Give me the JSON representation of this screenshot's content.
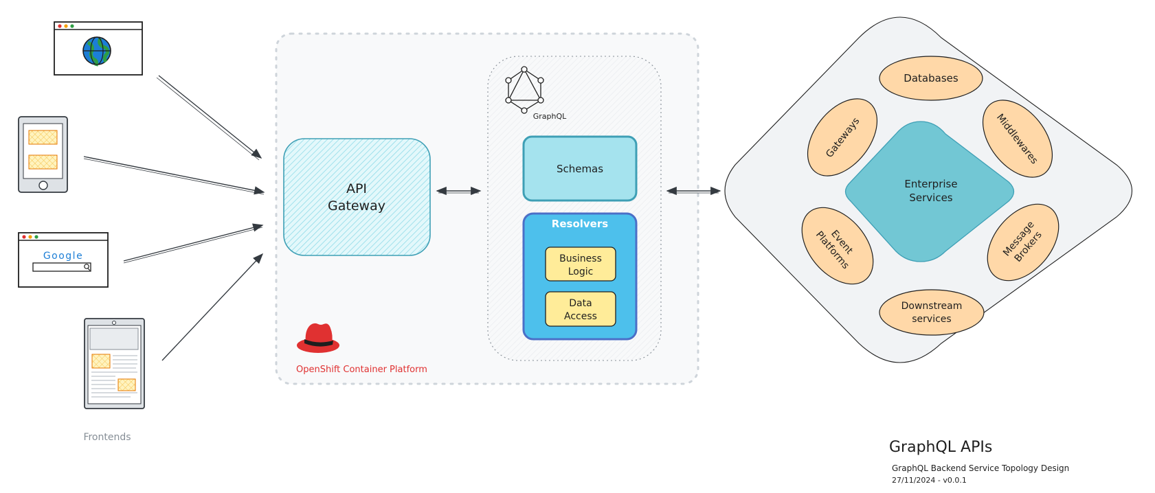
{
  "frontends_label": "Frontends",
  "platform": {
    "label": "OpenShift Container Platform",
    "brand_color": "#e03131"
  },
  "gateway": {
    "line1": "API",
    "line2": "Gateway"
  },
  "graphql": {
    "logo_label": "GraphQL",
    "schemas": "Schemas",
    "resolvers": {
      "title": "Resolvers",
      "business_logic": {
        "line1": "Business",
        "line2": "Logic"
      },
      "data_access": {
        "line1": "Data",
        "line2": "Access"
      }
    }
  },
  "enterprise": {
    "center": {
      "line1": "Enterprise",
      "line2": "Services"
    },
    "databases": "Databases",
    "gateways": "Gateways",
    "middlewares": "Middlewares",
    "event_platforms": {
      "line1": "Event",
      "line2": "Platforms"
    },
    "message_brokers": {
      "line1": "Message",
      "line2": "Brokers"
    },
    "downstream": {
      "line1": "Downstream",
      "line2": "services"
    }
  },
  "google_word": "Google",
  "footer": {
    "title": "GraphQL APIs",
    "subtitle": "GraphQL Backend Service Topology Design",
    "version": "27/11/2024 - v0.0.1"
  },
  "colors": {
    "gateway_fill": "#99e9f2",
    "schemas_fill": "#a5e3ee",
    "resolvers_fill": "#4dc0ec",
    "inner_box_fill": "#ffec99",
    "ellipse_fill": "#ffd8a8",
    "center_fill": "#72c7d4"
  }
}
